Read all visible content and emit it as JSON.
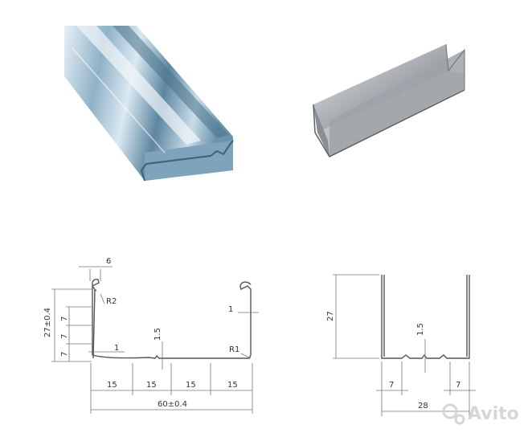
{
  "cd_drawing": {
    "dim_lip_width": "6",
    "dim_radius_top": "R2",
    "dim_height_total": "27±0.4",
    "dim_side_7_top": "7",
    "dim_side_7_mid": "7",
    "dim_side_7_bottom": "7",
    "dim_groove_1_right": "1",
    "dim_groove_1_left": "1",
    "dim_groove_depth": "1.5",
    "dim_radius_bottom": "R1",
    "dim_bottom_15_a": "15",
    "dim_bottom_15_b": "15",
    "dim_bottom_15_c": "15",
    "dim_bottom_15_d": "15",
    "dim_width_total": "60±0.4"
  },
  "ud_drawing": {
    "dim_height": "27",
    "dim_groove_depth": "1.5",
    "dim_left_7": "7",
    "dim_right_7": "7",
    "dim_width": "28"
  },
  "watermark": {
    "text": "Avito",
    "color": "#cccccc"
  },
  "colors": {
    "steel_light": "#cfe1ec",
    "steel_mid": "#8fb1c7",
    "steel_dark": "#4f7690",
    "galv_light": "#d7d9dc",
    "galv_dark": "#7d8288"
  }
}
